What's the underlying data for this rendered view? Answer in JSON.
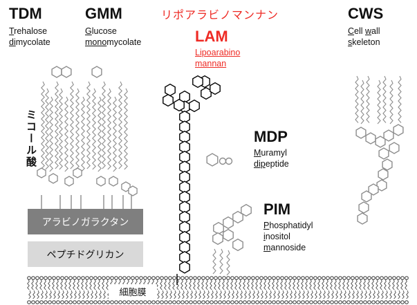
{
  "tdm": {
    "abbr": "TDM",
    "line1_u": "T",
    "line1_rest": "rehalose",
    "line2_u": "di",
    "line2_m": "m",
    "line2_rest": "ycolate"
  },
  "gmm": {
    "abbr": "GMM",
    "line1_u": "G",
    "line1_rest": "lucose",
    "line2_u": "mono",
    "line2_m": "m",
    "line2_rest": "ycolate"
  },
  "lam": {
    "japanese": "リポアラビノマンナン",
    "abbr": "LAM",
    "line1": "Lipoarabino",
    "line2": "mannan",
    "color": "#ee2a24"
  },
  "cws": {
    "abbr": "CWS",
    "line1_u": "C",
    "line1_mid": "ell ",
    "line1_w": "w",
    "line1_rest": "all",
    "line2_u": "s",
    "line2_rest": "keleton"
  },
  "mdp": {
    "abbr": "MDP",
    "line1_u": "M",
    "line1_rest": "uramyl",
    "line2_u": "dip",
    "line2_rest": "eptide"
  },
  "pim": {
    "abbr": "PIM",
    "line1_u": "P",
    "line1_rest": "hosphatidyl",
    "line2_u": "i",
    "line2_rest": "nositol",
    "line3_u": "m",
    "line3_rest": "annoside"
  },
  "mycolic_acid_label": "ミコール酸",
  "arabinogalactan_label": "アラビノガラクタン",
  "peptidoglycan_label": "ペプチドグリカン",
  "membrane_label": "細胞膜",
  "colors": {
    "gray_structure": "#8c8c8c",
    "dark_band": "#7f7f7f",
    "light_band": "#d9d9d9",
    "lam_red": "#ee2a24",
    "lam_outline": "#000000"
  }
}
